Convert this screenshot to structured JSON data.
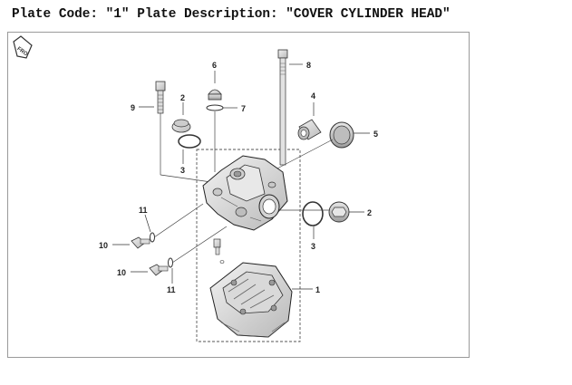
{
  "header": {
    "plate_code_label": "Plate Code:",
    "plate_code_value": "\"1\"",
    "plate_description_label": "Plate Description:",
    "plate_description_value": "\"COVER CYLINDER HEAD\""
  },
  "diagram": {
    "icon": "front-direction-icon",
    "part_callouts": [
      "1",
      "2",
      "2",
      "3",
      "3",
      "4",
      "5",
      "6",
      "7",
      "8",
      "9",
      "10",
      "10",
      "11",
      "11"
    ]
  }
}
